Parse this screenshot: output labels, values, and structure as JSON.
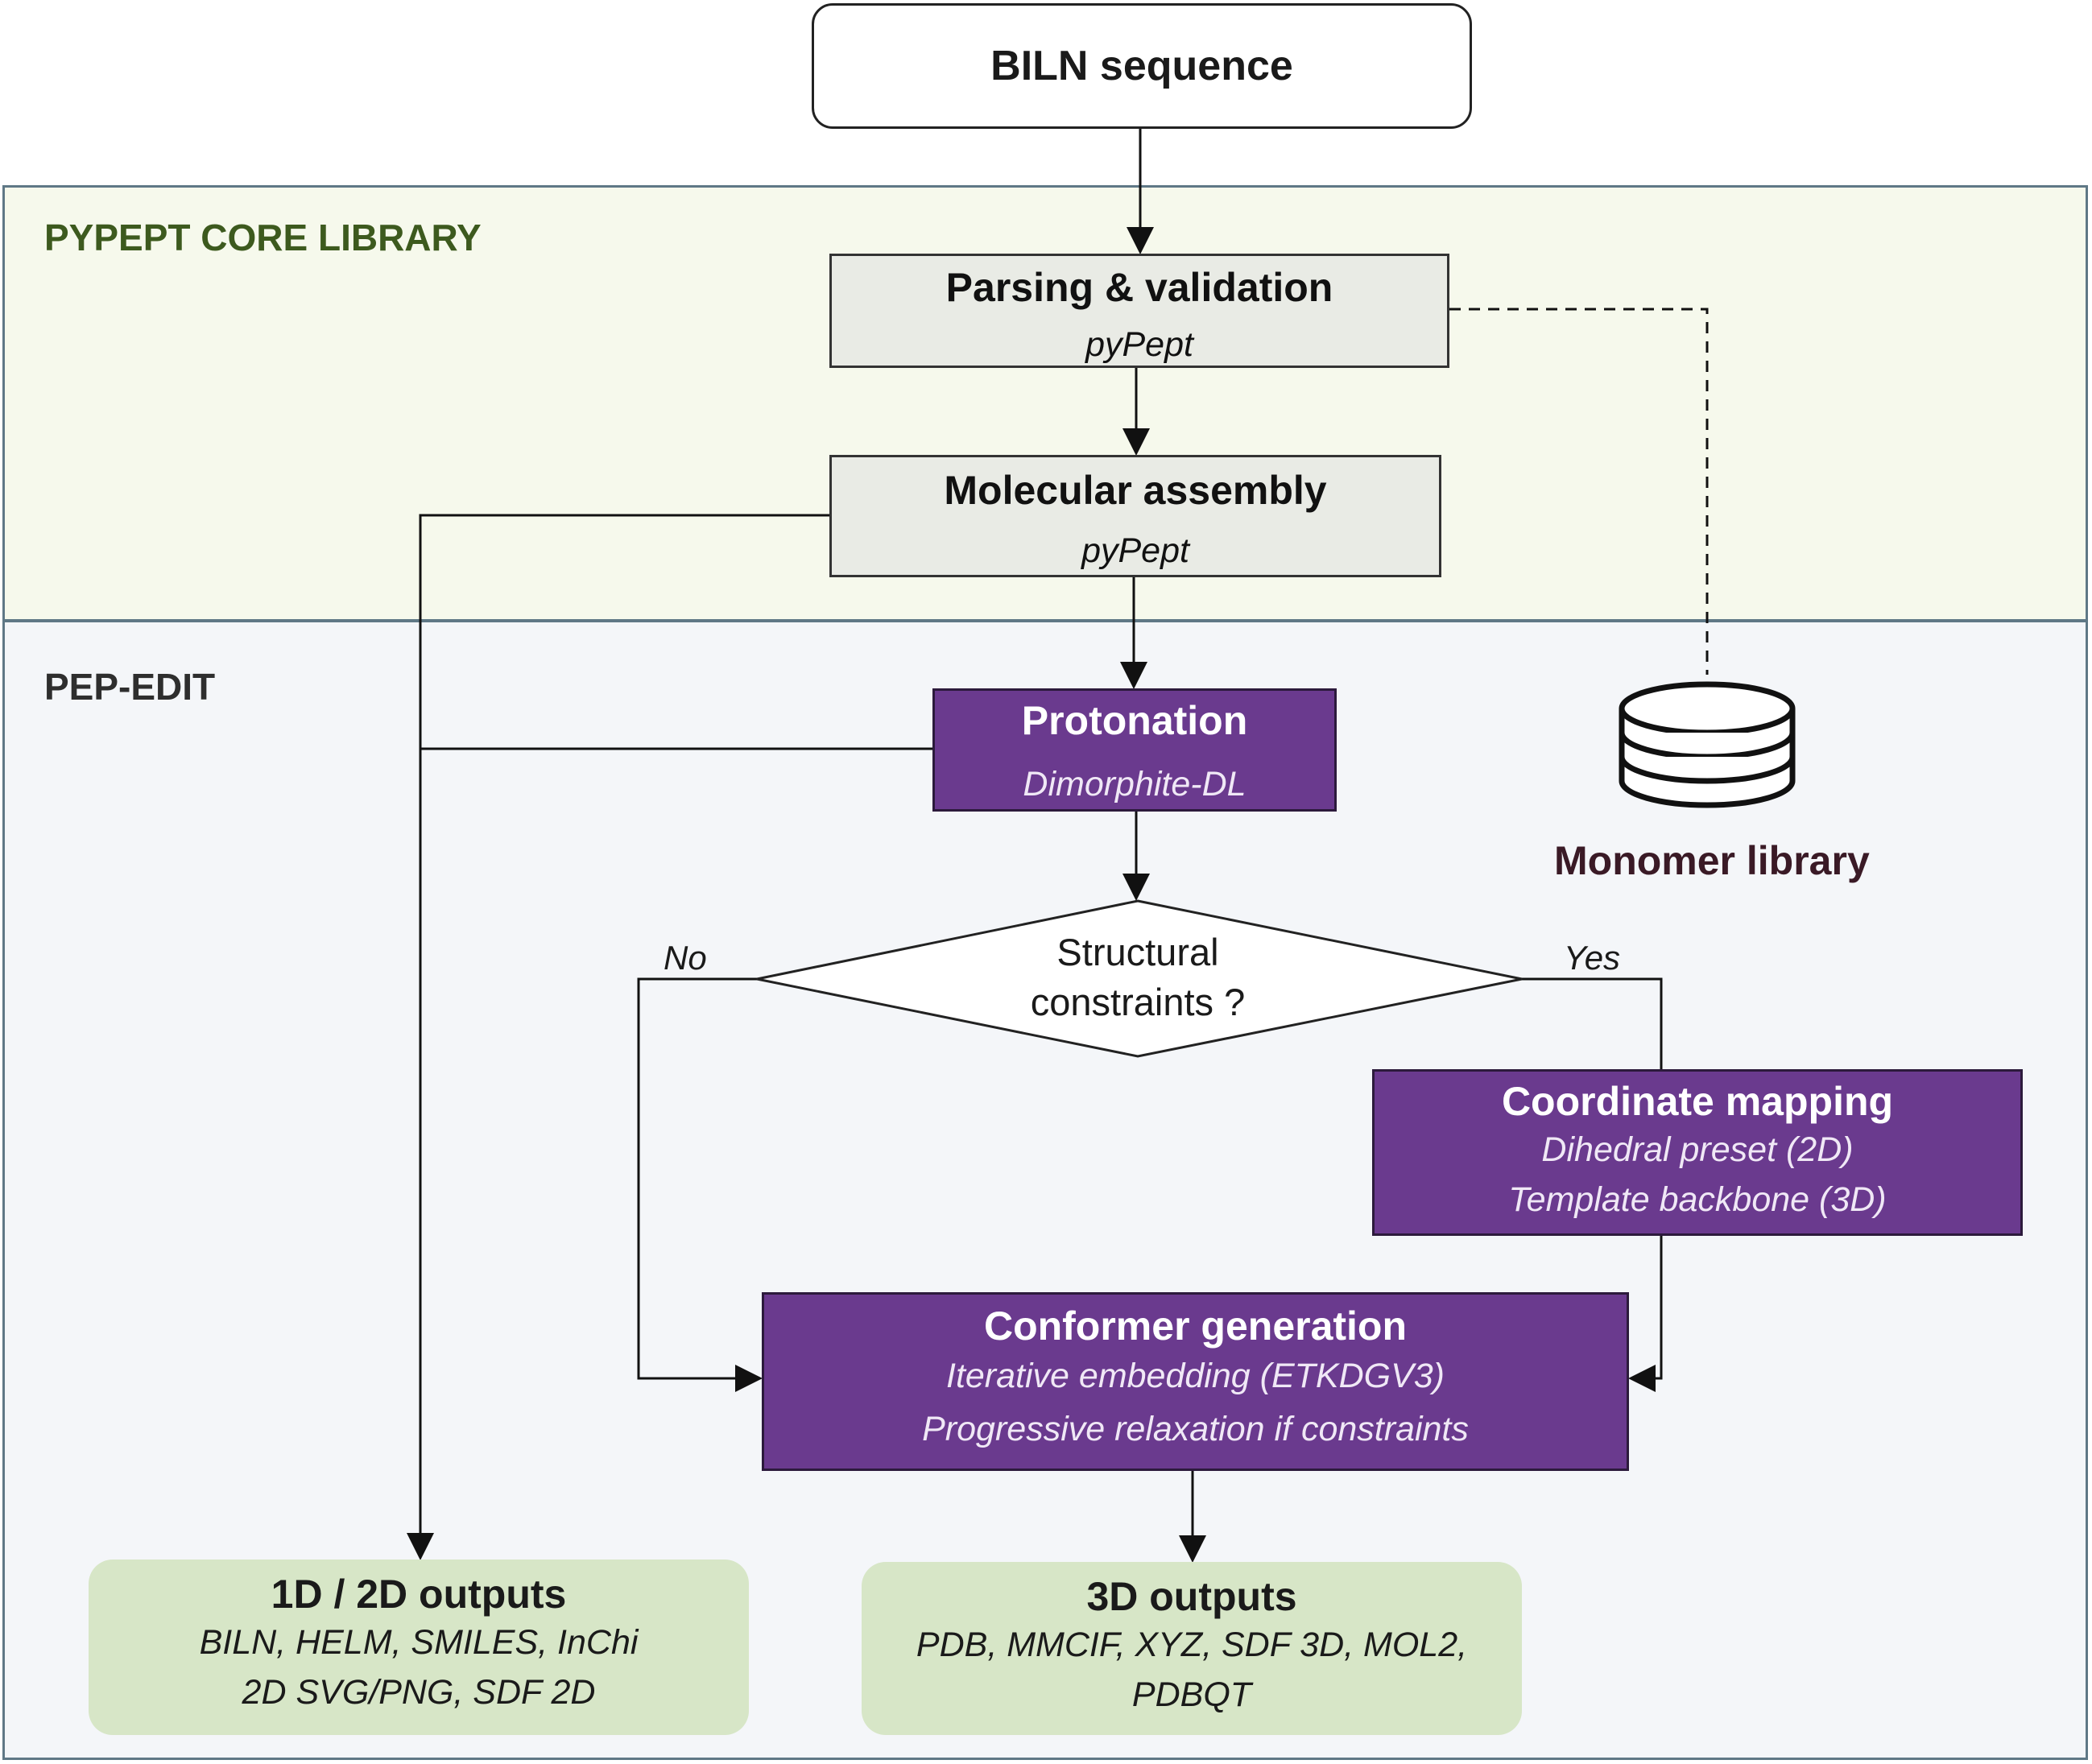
{
  "sections": {
    "core": "PYPEPT CORE LIBRARY",
    "pep_edit": "PEP-EDIT"
  },
  "input": {
    "title": "BILN sequence"
  },
  "parsing": {
    "title": "Parsing & validation",
    "tool": "pyPept"
  },
  "assembly": {
    "title": "Molecular assembly",
    "tool": "pyPept"
  },
  "protonation": {
    "title": "Protonation",
    "tool": "Dimorphite-DL"
  },
  "decision": {
    "line1": "Structural",
    "line2": "constraints ?",
    "no": "No",
    "yes": "Yes"
  },
  "coordinate_mapping": {
    "title": "Coordinate mapping",
    "line1": "Dihedral preset (2D)",
    "line2": "Template backbone (3D)"
  },
  "conformer_generation": {
    "title": "Conformer generation",
    "line1": "Iterative embedding (ETKDGV3)",
    "line2": "Progressive relaxation if constraints"
  },
  "outputs_2d": {
    "title": "1D / 2D outputs",
    "line1": "BILN, HELM, SMILES, InChi",
    "line2": "2D SVG/PNG, SDF 2D"
  },
  "outputs_3d": {
    "title": "3D outputs",
    "line1": "PDB, MMCIF, XYZ, SDF 3D, MOL2,",
    "line2": "PDBQT"
  },
  "monomer_library": {
    "label": "Monomer library",
    "icon": "database-icon"
  },
  "colors": {
    "core_bg": "#f6f9ec",
    "pep_bg": "#f4f6f9",
    "purple": "#6a3a8e",
    "grey_box": "#e9ebe5",
    "green_box": "#d7e6c7",
    "core_label": "#3d5a1e"
  }
}
